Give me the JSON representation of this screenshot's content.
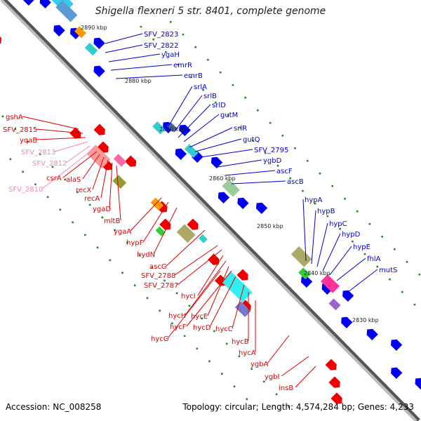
{
  "title": "Shigella flexneri 5 str. 8401, complete genome",
  "accession_text": "Accession: NC_008258",
  "topology_text": "Topology: circular; Length: 4,574,284 bp; Genes: 4,233",
  "colors": {
    "forward_label": "#0000cc",
    "reverse_label": "#dd0000",
    "pseudo_label": "#ee88bb",
    "forward_gene": "#0000ee",
    "reverse_gene": "#ee0000",
    "backbone": "#999999"
  },
  "scale_ticks": [
    "2890 kbp",
    "2880 kbp",
    "2870 kbp",
    "2860 kbp",
    "2850 kbp",
    "2840 kbp",
    "2830 kbp"
  ],
  "forward_genes": [
    "SFV_2823",
    "SFV_2822",
    "ygaH",
    "emrR",
    "emrB",
    "srlA",
    "srlB",
    "srlD",
    "gutM",
    "srlR",
    "gutQ",
    "SFV_2795",
    "ygbD",
    "ascF",
    "ascB",
    "hypA",
    "hypB",
    "hypC",
    "hypD",
    "hypE",
    "fhlA",
    "mutS"
  ],
  "reverse_genes": [
    "gshA",
    "SFV_2815",
    "yqaB",
    "SFV_2813",
    "SFV_2812",
    "SFV_2810",
    "csrA",
    "alaS",
    "recX",
    "recA",
    "ygaD",
    "mltB",
    "ygaA",
    "hypF",
    "hydN",
    "ascG",
    "SFV_2788",
    "SFV_2787",
    "hycI",
    "hycH",
    "hycE",
    "hycF",
    "hycD",
    "hycG",
    "hycC",
    "hycB",
    "hycA",
    "ygbA",
    "ygbI",
    "insB"
  ]
}
